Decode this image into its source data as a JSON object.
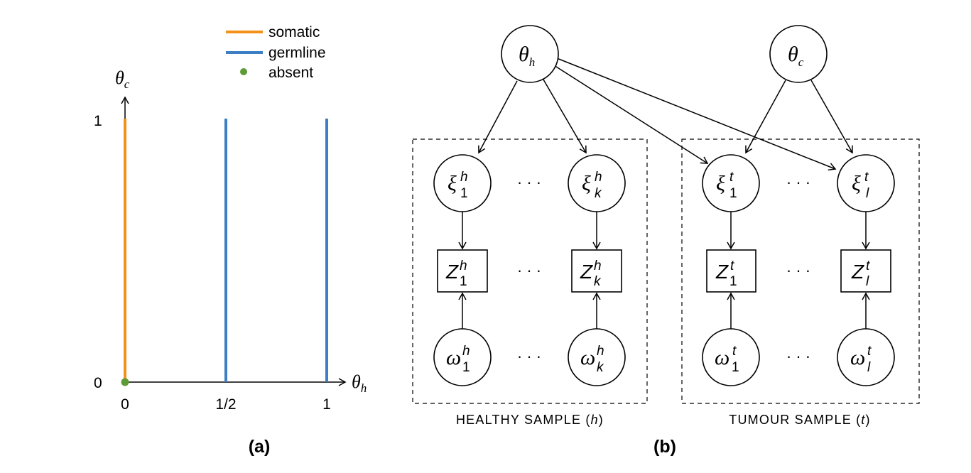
{
  "panel_a": {
    "caption": "(a)",
    "legend": {
      "somatic": "somatic",
      "germline": "germline",
      "absent": "absent"
    },
    "axis": {
      "y_label": "θ",
      "y_label_sub": "c",
      "x_label": "θ",
      "x_label_sub": "h",
      "y_tick_top": "1",
      "y_tick_zero": "0",
      "x_ticks": [
        "0",
        "1/2",
        "1"
      ]
    },
    "colors": {
      "somatic": "#f39119",
      "germline": "#3d7fc4",
      "absent": "#5e9b36"
    }
  },
  "panel_b": {
    "caption": "(b)",
    "theta_h": {
      "base": "θ",
      "sub": "h"
    },
    "theta_c": {
      "base": "θ",
      "sub": "c"
    },
    "ellipsis": "· · ·",
    "healthy": {
      "label": "HEALTHY SAMPLE (",
      "label_var": "h",
      "label_end": ")",
      "xi": [
        {
          "base": "ξ",
          "sup": "h",
          "sub": "1"
        },
        {
          "base": "ξ",
          "sup": "h",
          "sub": "k"
        }
      ],
      "z": [
        {
          "base": "Z",
          "sup": "h",
          "sub": "1"
        },
        {
          "base": "Z",
          "sup": "h",
          "sub": "k"
        }
      ],
      "omega": [
        {
          "base": "ω",
          "sup": "h",
          "sub": "1"
        },
        {
          "base": "ω",
          "sup": "h",
          "sub": "k"
        }
      ]
    },
    "tumour": {
      "label": "TUMOUR SAMPLE (",
      "label_var": "t",
      "label_end": ")",
      "xi": [
        {
          "base": "ξ",
          "sup": "t",
          "sub": "1"
        },
        {
          "base": "ξ",
          "sup": "t",
          "sub": "l"
        }
      ],
      "z": [
        {
          "base": "Z",
          "sup": "t",
          "sub": "1"
        },
        {
          "base": "Z",
          "sup": "t",
          "sub": "l"
        }
      ],
      "omega": [
        {
          "base": "ω",
          "sup": "t",
          "sub": "1"
        },
        {
          "base": "ω",
          "sup": "t",
          "sub": "l"
        }
      ]
    }
  }
}
